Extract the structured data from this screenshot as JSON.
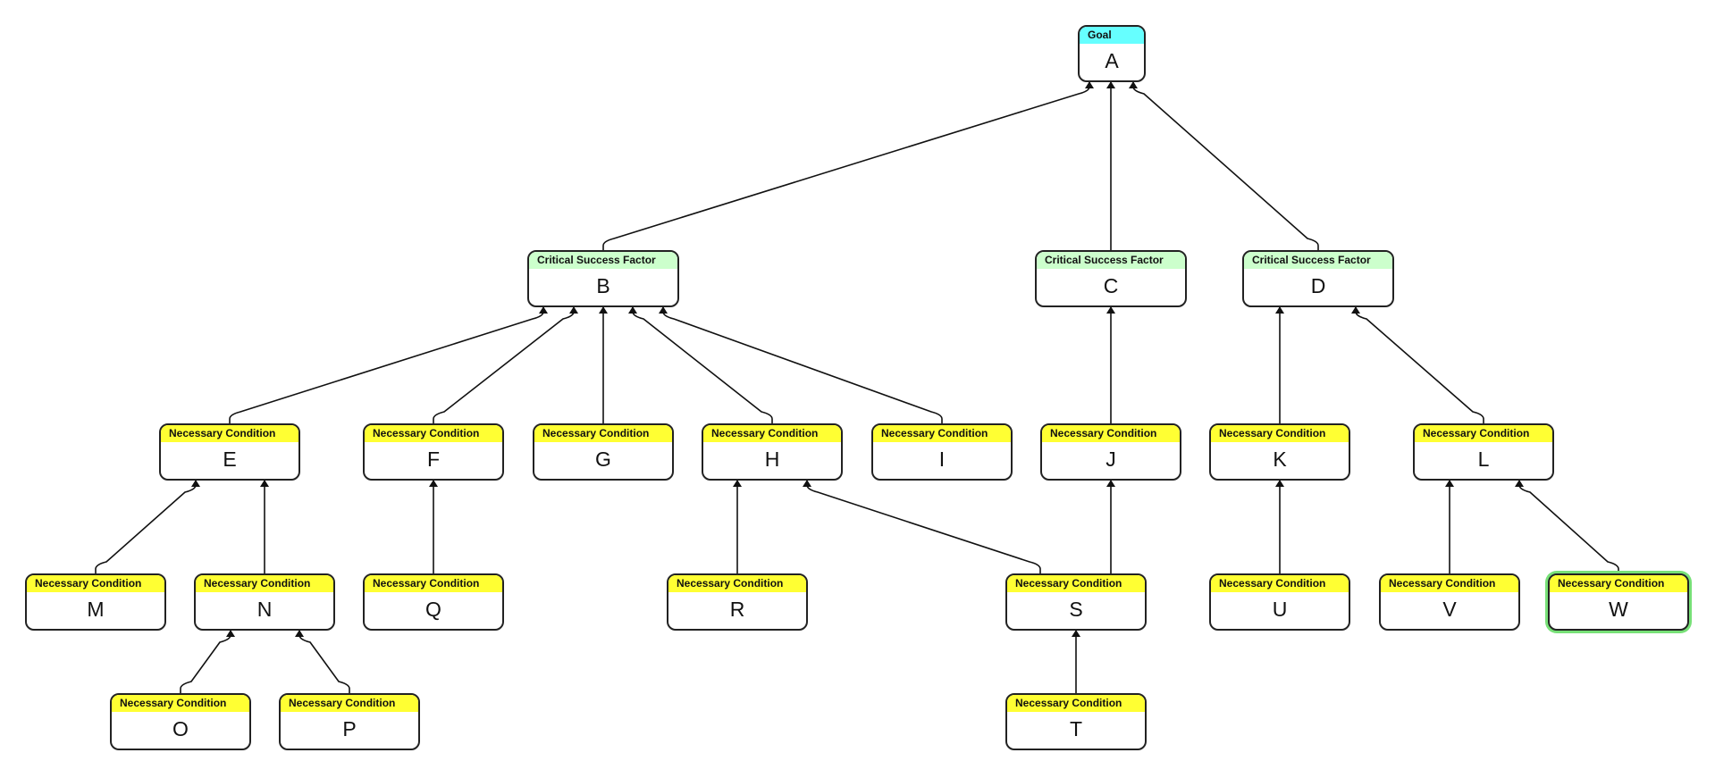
{
  "nodes": [
    {
      "id": "A",
      "type": "Goal",
      "label": "A"
    },
    {
      "id": "B",
      "type": "Critical Success Factor",
      "label": "B"
    },
    {
      "id": "C",
      "type": "Critical Success Factor",
      "label": "C"
    },
    {
      "id": "D",
      "type": "Critical Success Factor",
      "label": "D"
    },
    {
      "id": "E",
      "type": "Necessary Condition",
      "label": "E"
    },
    {
      "id": "F",
      "type": "Necessary Condition",
      "label": "F"
    },
    {
      "id": "G",
      "type": "Necessary Condition",
      "label": "G"
    },
    {
      "id": "H",
      "type": "Necessary Condition",
      "label": "H"
    },
    {
      "id": "I",
      "type": "Necessary Condition",
      "label": "I"
    },
    {
      "id": "J",
      "type": "Necessary Condition",
      "label": "J"
    },
    {
      "id": "K",
      "type": "Necessary Condition",
      "label": "K"
    },
    {
      "id": "L",
      "type": "Necessary Condition",
      "label": "L"
    },
    {
      "id": "M",
      "type": "Necessary Condition",
      "label": "M"
    },
    {
      "id": "N",
      "type": "Necessary Condition",
      "label": "N"
    },
    {
      "id": "Q",
      "type": "Necessary Condition",
      "label": "Q"
    },
    {
      "id": "R",
      "type": "Necessary Condition",
      "label": "R"
    },
    {
      "id": "S",
      "type": "Necessary Condition",
      "label": "S"
    },
    {
      "id": "U",
      "type": "Necessary Condition",
      "label": "U"
    },
    {
      "id": "V",
      "type": "Necessary Condition",
      "label": "V"
    },
    {
      "id": "W",
      "type": "Necessary Condition",
      "label": "W",
      "selected": true
    },
    {
      "id": "O",
      "type": "Necessary Condition",
      "label": "O"
    },
    {
      "id": "P",
      "type": "Necessary Condition",
      "label": "P"
    },
    {
      "id": "T",
      "type": "Necessary Condition",
      "label": "T"
    }
  ],
  "edges": [
    {
      "from": "B",
      "to": "A"
    },
    {
      "from": "C",
      "to": "A"
    },
    {
      "from": "D",
      "to": "A"
    },
    {
      "from": "E",
      "to": "B"
    },
    {
      "from": "F",
      "to": "B"
    },
    {
      "from": "G",
      "to": "B"
    },
    {
      "from": "H",
      "to": "B"
    },
    {
      "from": "I",
      "to": "B"
    },
    {
      "from": "J",
      "to": "C"
    },
    {
      "from": "K",
      "to": "D"
    },
    {
      "from": "L",
      "to": "D"
    },
    {
      "from": "M",
      "to": "E"
    },
    {
      "from": "N",
      "to": "E"
    },
    {
      "from": "Q",
      "to": "F"
    },
    {
      "from": "R",
      "to": "H"
    },
    {
      "from": "S",
      "to": "H"
    },
    {
      "from": "S",
      "to": "J"
    },
    {
      "from": "U",
      "to": "K"
    },
    {
      "from": "V",
      "to": "L"
    },
    {
      "from": "W",
      "to": "L"
    },
    {
      "from": "O",
      "to": "N"
    },
    {
      "from": "P",
      "to": "N"
    },
    {
      "from": "T",
      "to": "S"
    }
  ],
  "colors": {
    "Goal": "#66ffff",
    "Critical Success Factor": "#ccffcc",
    "Necessary Condition": "#ffff33",
    "selection": "#77e077",
    "edge": "#111111"
  }
}
